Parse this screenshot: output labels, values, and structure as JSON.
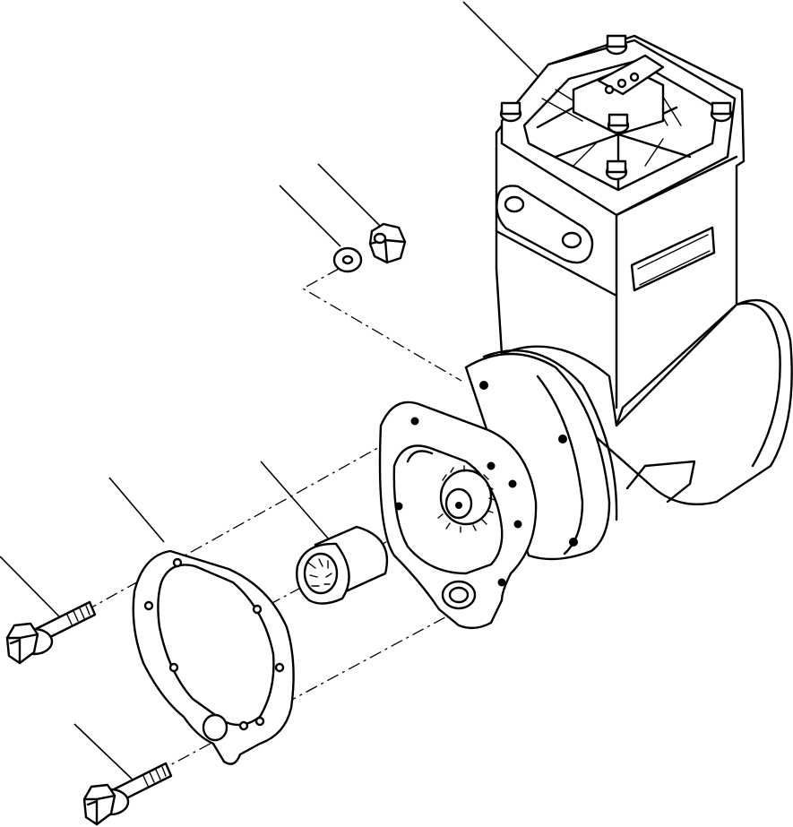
{
  "diagram": {
    "parts": [
      {
        "id": "air-compressor",
        "icon": "compressor-icon"
      },
      {
        "id": "washer",
        "icon": "washer-icon"
      },
      {
        "id": "nut",
        "icon": "hex-nut-icon"
      },
      {
        "id": "coupling-sleeve",
        "icon": "splined-sleeve-icon"
      },
      {
        "id": "gasket",
        "icon": "gasket-icon"
      },
      {
        "id": "upper-bolt",
        "icon": "flange-bolt-icon"
      },
      {
        "id": "lower-bolt",
        "icon": "flange-bolt-icon"
      }
    ],
    "colors": {
      "line": "#000000",
      "background": "#ffffff"
    }
  }
}
